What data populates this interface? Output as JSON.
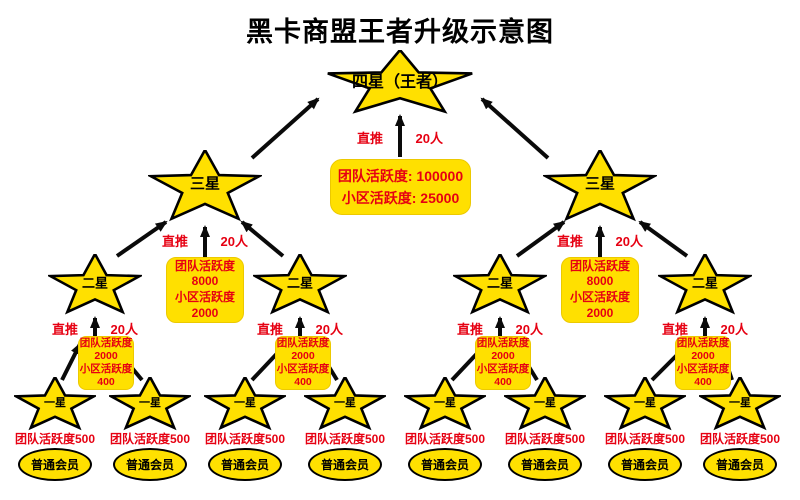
{
  "title": "黑卡商盟王者升级示意图",
  "promo": {
    "pre": "直推",
    "post": "20人"
  },
  "nodes": {
    "four_star": "四星（王者）",
    "three_star": "三星",
    "two_star": "二星",
    "one_star": "一星",
    "member": "普通会员"
  },
  "boxes": {
    "four_star_req": [
      "团队活跃度: 100000",
      "小区活跃度: 25000"
    ],
    "three_star_req": [
      "团队活跃度",
      "8000",
      "小区活跃度",
      "2000"
    ],
    "two_star_req": [
      "团队活跃度",
      "2000",
      "小区活跃度",
      "400"
    ]
  },
  "one_star_activity": "团队活跃度500",
  "colors": {
    "star_yellow": "#FFE000",
    "accent_red": "#E60012",
    "outline_black": "#000000"
  }
}
